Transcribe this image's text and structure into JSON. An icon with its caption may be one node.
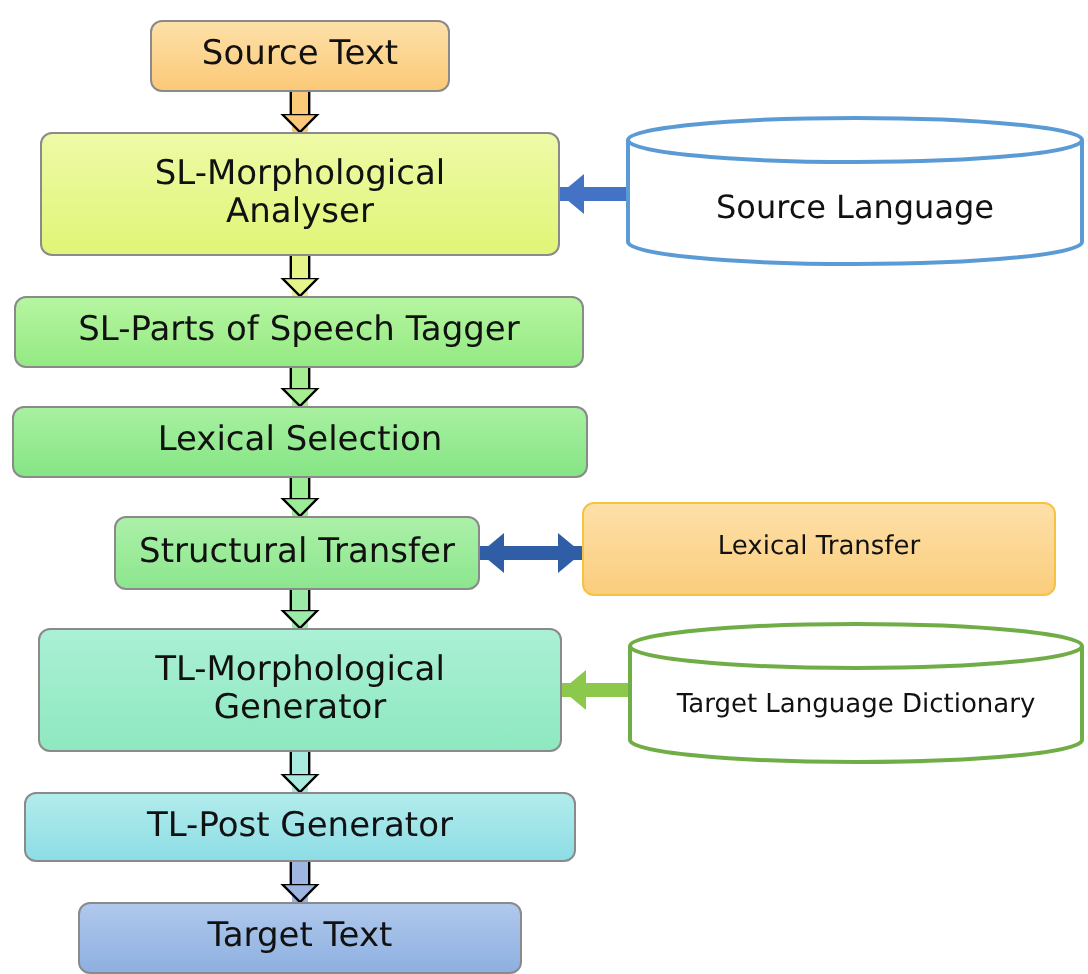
{
  "diagram": {
    "nodes": [
      {
        "text": [
          "Source Text"
        ]
      },
      {
        "text": [
          "SL-Morphological Analyser"
        ]
      },
      {
        "text": [
          "Source Language"
        ]
      },
      {
        "text": [
          "SL-Parts of Speech Tagger"
        ]
      },
      {
        "text": [
          "Lexical Selection"
        ]
      },
      {
        "text": [
          "Structural Transfer"
        ]
      },
      {
        "text": [
          "Lexical Transfer"
        ]
      },
      {
        "text": [
          "TL-Morphological Generator"
        ]
      },
      {
        "text": [
          "Target Language Dictionary"
        ]
      },
      {
        "text": [
          "TL-Post Generator"
        ]
      },
      {
        "text": [
          "Target Text"
        ]
      }
    ],
    "edges": [
      {
        "from": 0,
        "to": 1,
        "arrow": "to",
        "color": "#fbc978"
      },
      {
        "from": 1,
        "to": 3,
        "arrow": "to",
        "color": "#e6f58a"
      },
      {
        "from": 3,
        "to": 4,
        "arrow": "to",
        "color": "#a6ef90"
      },
      {
        "from": 4,
        "to": 5,
        "arrow": "to",
        "color": "#9cec95"
      },
      {
        "from": 5,
        "to": 7,
        "arrow": "to",
        "color": "#9de9a7"
      },
      {
        "from": 7,
        "to": 9,
        "arrow": "to",
        "color": "#a9ecdf"
      },
      {
        "from": 9,
        "to": 10,
        "arrow": "to",
        "color": "#9fb6e0"
      },
      {
        "from": 2,
        "to": 1,
        "arrow": "to",
        "color": "#4472c4"
      },
      {
        "from": 5,
        "to": 6,
        "arrow": "both",
        "color": "#2f5ea6"
      },
      {
        "from": 8,
        "to": 7,
        "arrow": "to",
        "color": "#8cc84b"
      }
    ]
  }
}
